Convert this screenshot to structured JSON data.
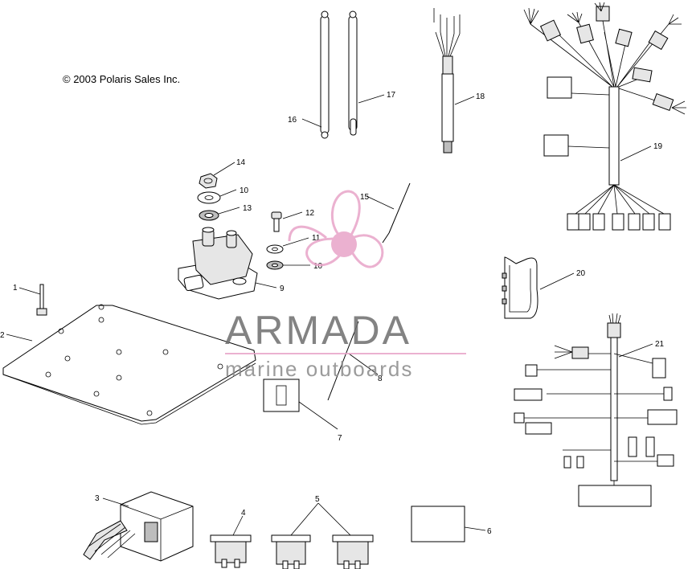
{
  "copyright": "© 2003 Polaris Sales Inc.",
  "watermark": {
    "title": "ARMADA",
    "subtitle": "marine outboards",
    "accent_color": "#e8a4c8"
  },
  "callouts": {
    "c1": "1",
    "c2": "2",
    "c3": "3",
    "c4": "4",
    "c5": "5",
    "c6": "6",
    "c7": "7",
    "c8": "8",
    "c9": "9",
    "c10a": "10",
    "c10b": "10",
    "c11": "11",
    "c12": "12",
    "c13": "13",
    "c14": "14",
    "c15": "15",
    "c16": "16",
    "c17": "17",
    "c18": "18",
    "c19": "19",
    "c20": "20",
    "c21": "21"
  }
}
